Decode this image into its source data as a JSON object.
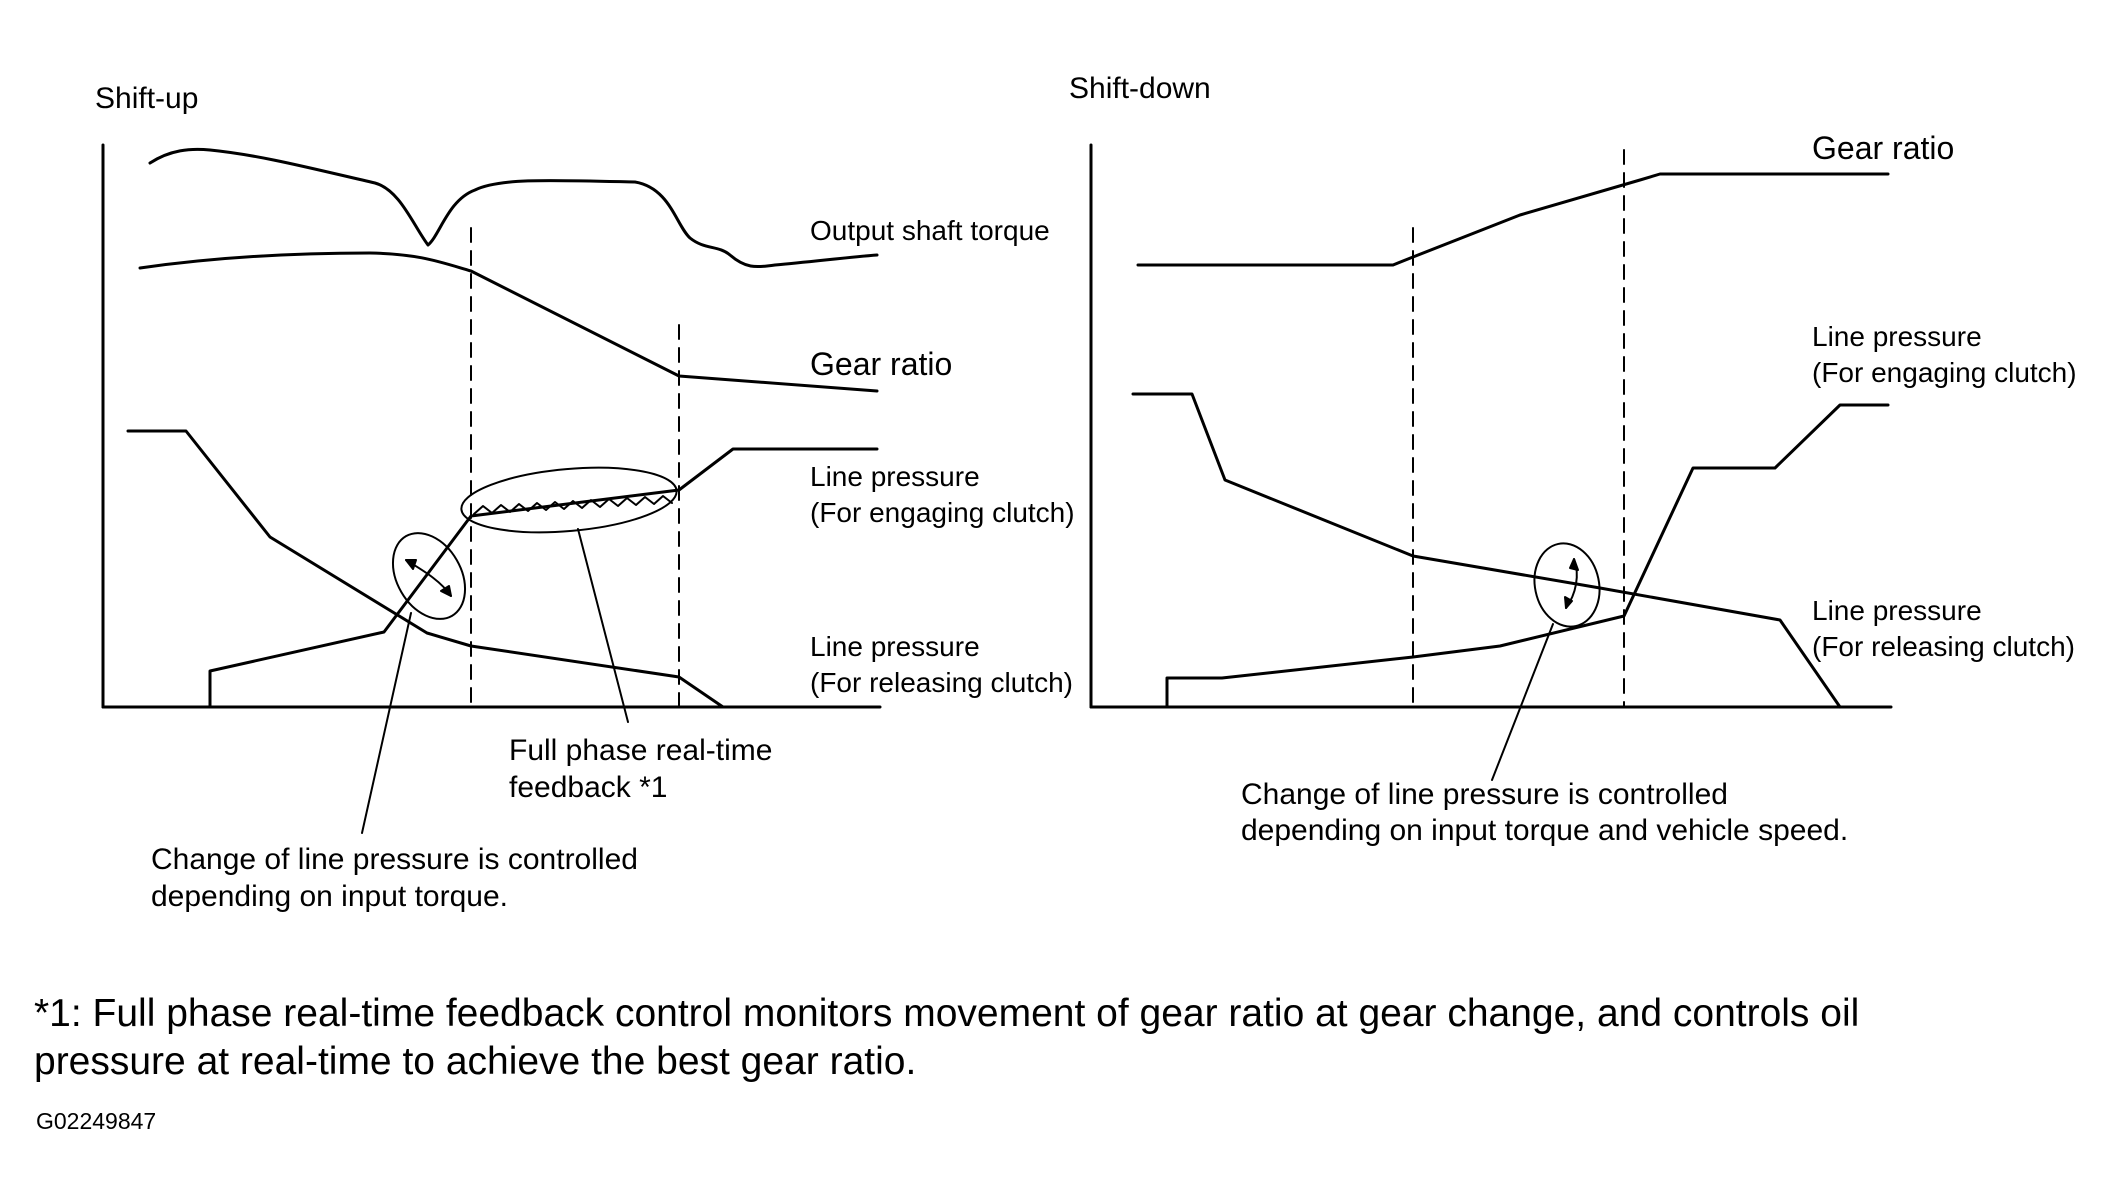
{
  "shift_up": {
    "title": "Shift-up",
    "labels": {
      "output_shaft_torque": "Output shaft torque",
      "gear_ratio": "Gear ratio",
      "lp_engaging_1": "Line pressure",
      "lp_engaging_2": "(For engaging clutch)",
      "lp_releasing_1": "Line pressure",
      "lp_releasing_2": "(For releasing clutch)"
    },
    "annotations": {
      "feedback_1": "Full phase real-time",
      "feedback_2": "feedback *1",
      "torque_note_1": "Change of line pressure is controlled",
      "torque_note_2": "depending on input torque."
    }
  },
  "shift_down": {
    "title": "Shift-down",
    "labels": {
      "gear_ratio": "Gear ratio",
      "lp_engaging_1": "Line pressure",
      "lp_engaging_2": "(For engaging clutch)",
      "lp_releasing_1": "Line pressure",
      "lp_releasing_2": "(For releasing clutch)"
    },
    "annotations": {
      "speed_note_1": "Change of line pressure is controlled",
      "speed_note_2": "depending on input torque and vehicle speed."
    }
  },
  "footnote": {
    "line1": "*1: Full phase real-time feedback control monitors movement of gear ratio at gear change, and controls oil",
    "line2": "pressure at real-time to achieve the best gear ratio."
  },
  "figure_id": "G02249847"
}
